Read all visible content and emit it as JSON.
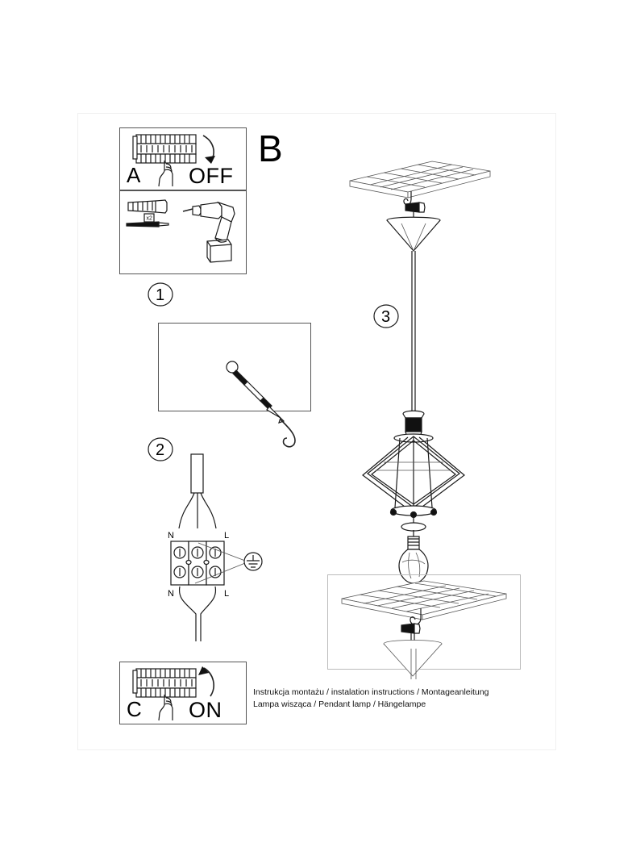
{
  "document": {
    "type": "assembly-instruction-sheet",
    "caption_line1": "Instrukcja montażu / instalation instructions / Montageanleitung",
    "caption_line2": "Lampa wisząca / Pendant lamp / Hängelampe"
  },
  "sections": {
    "b_label": "B"
  },
  "panels": [
    {
      "id": "panel-a",
      "letter": "A",
      "action_label": "OFF",
      "icon": "circuit-breaker-panel-icon",
      "hand": "hand-pointing-icon",
      "arrow": "curved-arrow-down-icon"
    },
    {
      "id": "panel-drill",
      "letter": "",
      "action_label": "",
      "icon": "drill-icon",
      "parts": [
        {
          "name": "wall-plug-icon",
          "qty": "x2"
        },
        {
          "name": "screw-icon",
          "qty": "x2"
        }
      ]
    },
    {
      "id": "panel-hook",
      "letter": "",
      "icon": "hook-screw-icon"
    },
    {
      "id": "panel-c",
      "letter": "C",
      "action_label": "ON",
      "icon": "circuit-breaker-panel-icon",
      "hand": "hand-pointing-icon",
      "arrow": "curved-arrow-up-icon"
    }
  ],
  "steps": [
    {
      "number": "1"
    },
    {
      "number": "2"
    },
    {
      "number": "3"
    }
  ],
  "terminal_block": {
    "top_left_label": "N",
    "top_right_label": "L",
    "bottom_left_label": "N",
    "bottom_right_label": "L",
    "earth_symbol": "earth-ground-icon",
    "terminal_count": 3
  },
  "lamp": {
    "parts": [
      "ceiling-plate",
      "ceiling-hook",
      "cable-clamp",
      "canopy-cone",
      "suspension-cable",
      "lamp-holder",
      "diamond-cage-shade",
      "light-bulb"
    ]
  },
  "colors": {
    "line": "#1a1a1a",
    "frame": "#555555",
    "background": "#ffffff"
  }
}
